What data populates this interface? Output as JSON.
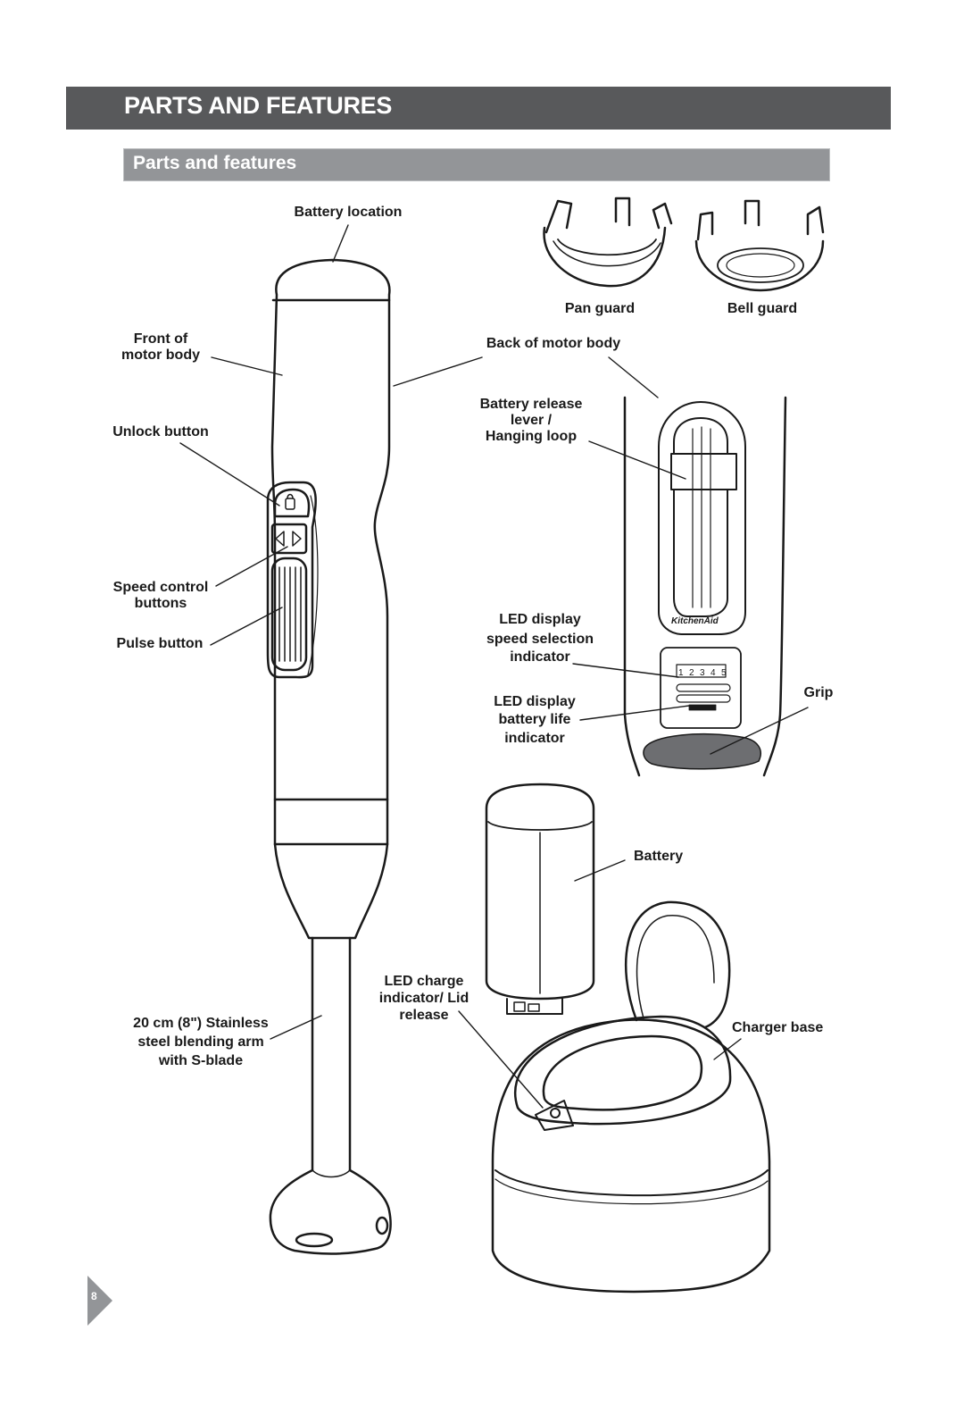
{
  "header": {
    "title": "PARTS AND FEATURES"
  },
  "section": {
    "title": "Parts and features"
  },
  "labels": {
    "battery_location": "Battery location",
    "pan_guard": "Pan guard",
    "bell_guard": "Bell guard",
    "front_motor_1": "Front of",
    "front_motor_2": "motor body",
    "back_motor": "Back of motor body",
    "unlock_button": "Unlock button",
    "battery_release_1": "Battery release",
    "battery_release_2": "lever /",
    "battery_release_3": "Hanging loop",
    "speed_control_1": "Speed control",
    "speed_control_2": "buttons",
    "pulse_button": "Pulse button",
    "led_speed_1": "LED display",
    "led_speed_2": "speed selection",
    "led_speed_3": "indicator",
    "led_battery_1": "LED display",
    "led_battery_2": "battery life",
    "led_battery_3": "indicator",
    "grip": "Grip",
    "battery": "Battery",
    "led_charge_1": "LED charge",
    "led_charge_2": "indicator/ Lid",
    "led_charge_3": "release",
    "charger_base": "Charger base",
    "blending_arm_1": "20 cm (8\") Stainless",
    "blending_arm_2": "steel blending arm",
    "blending_arm_3": "with S-blade"
  },
  "brand_logo": "KitchenAid",
  "speed_numbers": [
    "1",
    "2",
    "3",
    "4",
    "5"
  ],
  "page_number": "8"
}
